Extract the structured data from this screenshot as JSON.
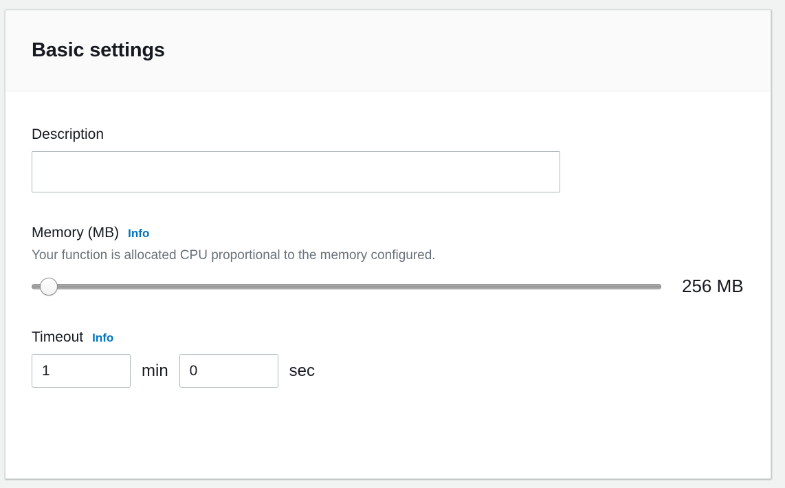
{
  "panel": {
    "title": "Basic settings"
  },
  "description": {
    "label": "Description",
    "value": "",
    "placeholder": ""
  },
  "memory": {
    "label": "Memory (MB)",
    "info_label": "Info",
    "helper_text": "Your function is allocated CPU proportional to the memory configured.",
    "value_label": "256 MB",
    "value": 256,
    "min": 128,
    "max": 10240,
    "step": 1
  },
  "timeout": {
    "label": "Timeout",
    "info_label": "Info",
    "minutes_value": "1",
    "minutes_unit": "min",
    "seconds_value": "0",
    "seconds_unit": "sec"
  },
  "colors": {
    "accent_link": "#0073bb",
    "text_primary": "#16191f",
    "text_secondary": "#687078",
    "border_input": "#aab7b8",
    "panel_header_bg": "#fafafa",
    "page_bg": "#f1f3f3"
  }
}
